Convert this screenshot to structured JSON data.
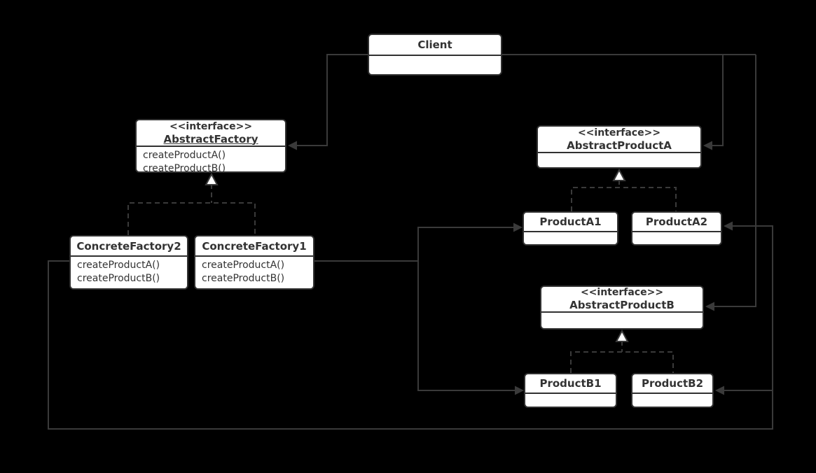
{
  "diagram_type": "uml-class-diagram",
  "pattern": "Abstract Factory",
  "colors": {
    "background": "#000000",
    "box_fill": "#ffffff",
    "box_border": "#313131",
    "edge_line": "#3a3a3a",
    "text": "#333333"
  },
  "classes": {
    "client": {
      "name": "Client"
    },
    "abstract_factory": {
      "stereotype": "<<interface>>",
      "name": "AbstractFactory",
      "methods": [
        "createProductA()",
        "createProductB()"
      ]
    },
    "concrete_factory2": {
      "name": "ConcreteFactory2",
      "methods": [
        "createProductA()",
        "createProductB()"
      ]
    },
    "concrete_factory1": {
      "name": "ConcreteFactory1",
      "methods": [
        "createProductA()",
        "createProductB()"
      ]
    },
    "abstract_product_a": {
      "stereotype": "<<interface>>",
      "name": "AbstractProductA"
    },
    "product_a1": {
      "name": "ProductA1"
    },
    "product_a2": {
      "name": "ProductA2"
    },
    "abstract_product_b": {
      "stereotype": "<<interface>>",
      "name": "AbstractProductB"
    },
    "product_b1": {
      "name": "ProductB1"
    },
    "product_b2": {
      "name": "ProductB2"
    }
  }
}
